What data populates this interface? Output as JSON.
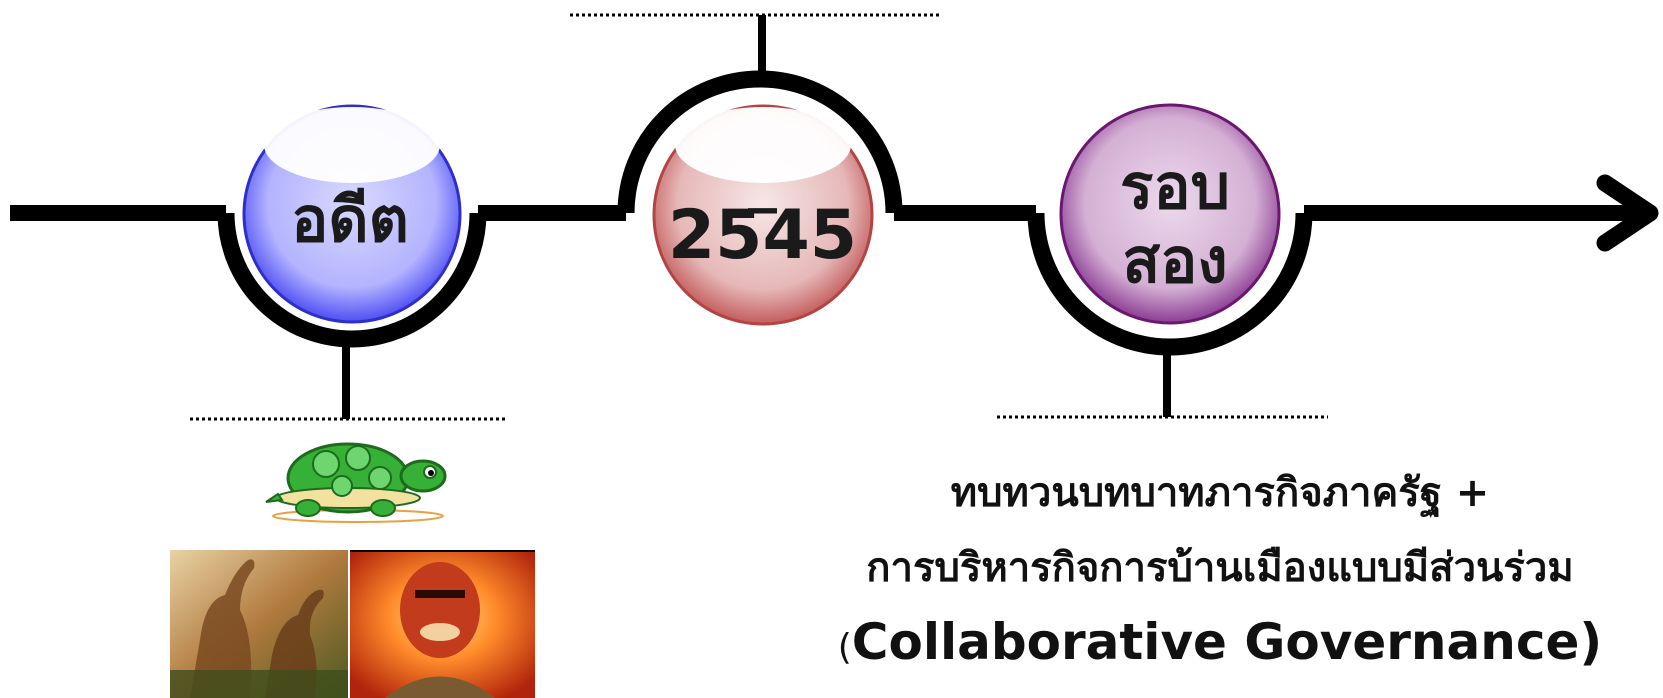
{
  "timeline": {
    "nodes": [
      {
        "label": "อดีต",
        "color": "#3b3bf0",
        "light": "#c2c2ff"
      },
      {
        "dash": "_",
        "label": "2545",
        "color": "#c04848",
        "light": "#f2d6d6"
      },
      {
        "label_line1": "รอบ",
        "label_line2": "สอง",
        "color": "#7a1f86",
        "light": "#e2c6e2"
      }
    ]
  },
  "caption": {
    "line1": "ทบทวนบทบาทภารกิจภาครัฐ +",
    "line2": "การบริหารกิจการบ้านเมืองแบบมีส่วนร่วม",
    "line3_open": "(",
    "line3_text": "Collaborative Governance)"
  },
  "images": [
    {
      "name": "turtle-cartoon",
      "color": "#2ea02e"
    },
    {
      "name": "dinosaurs-photo"
    },
    {
      "name": "man-in-fire-photo"
    }
  ]
}
